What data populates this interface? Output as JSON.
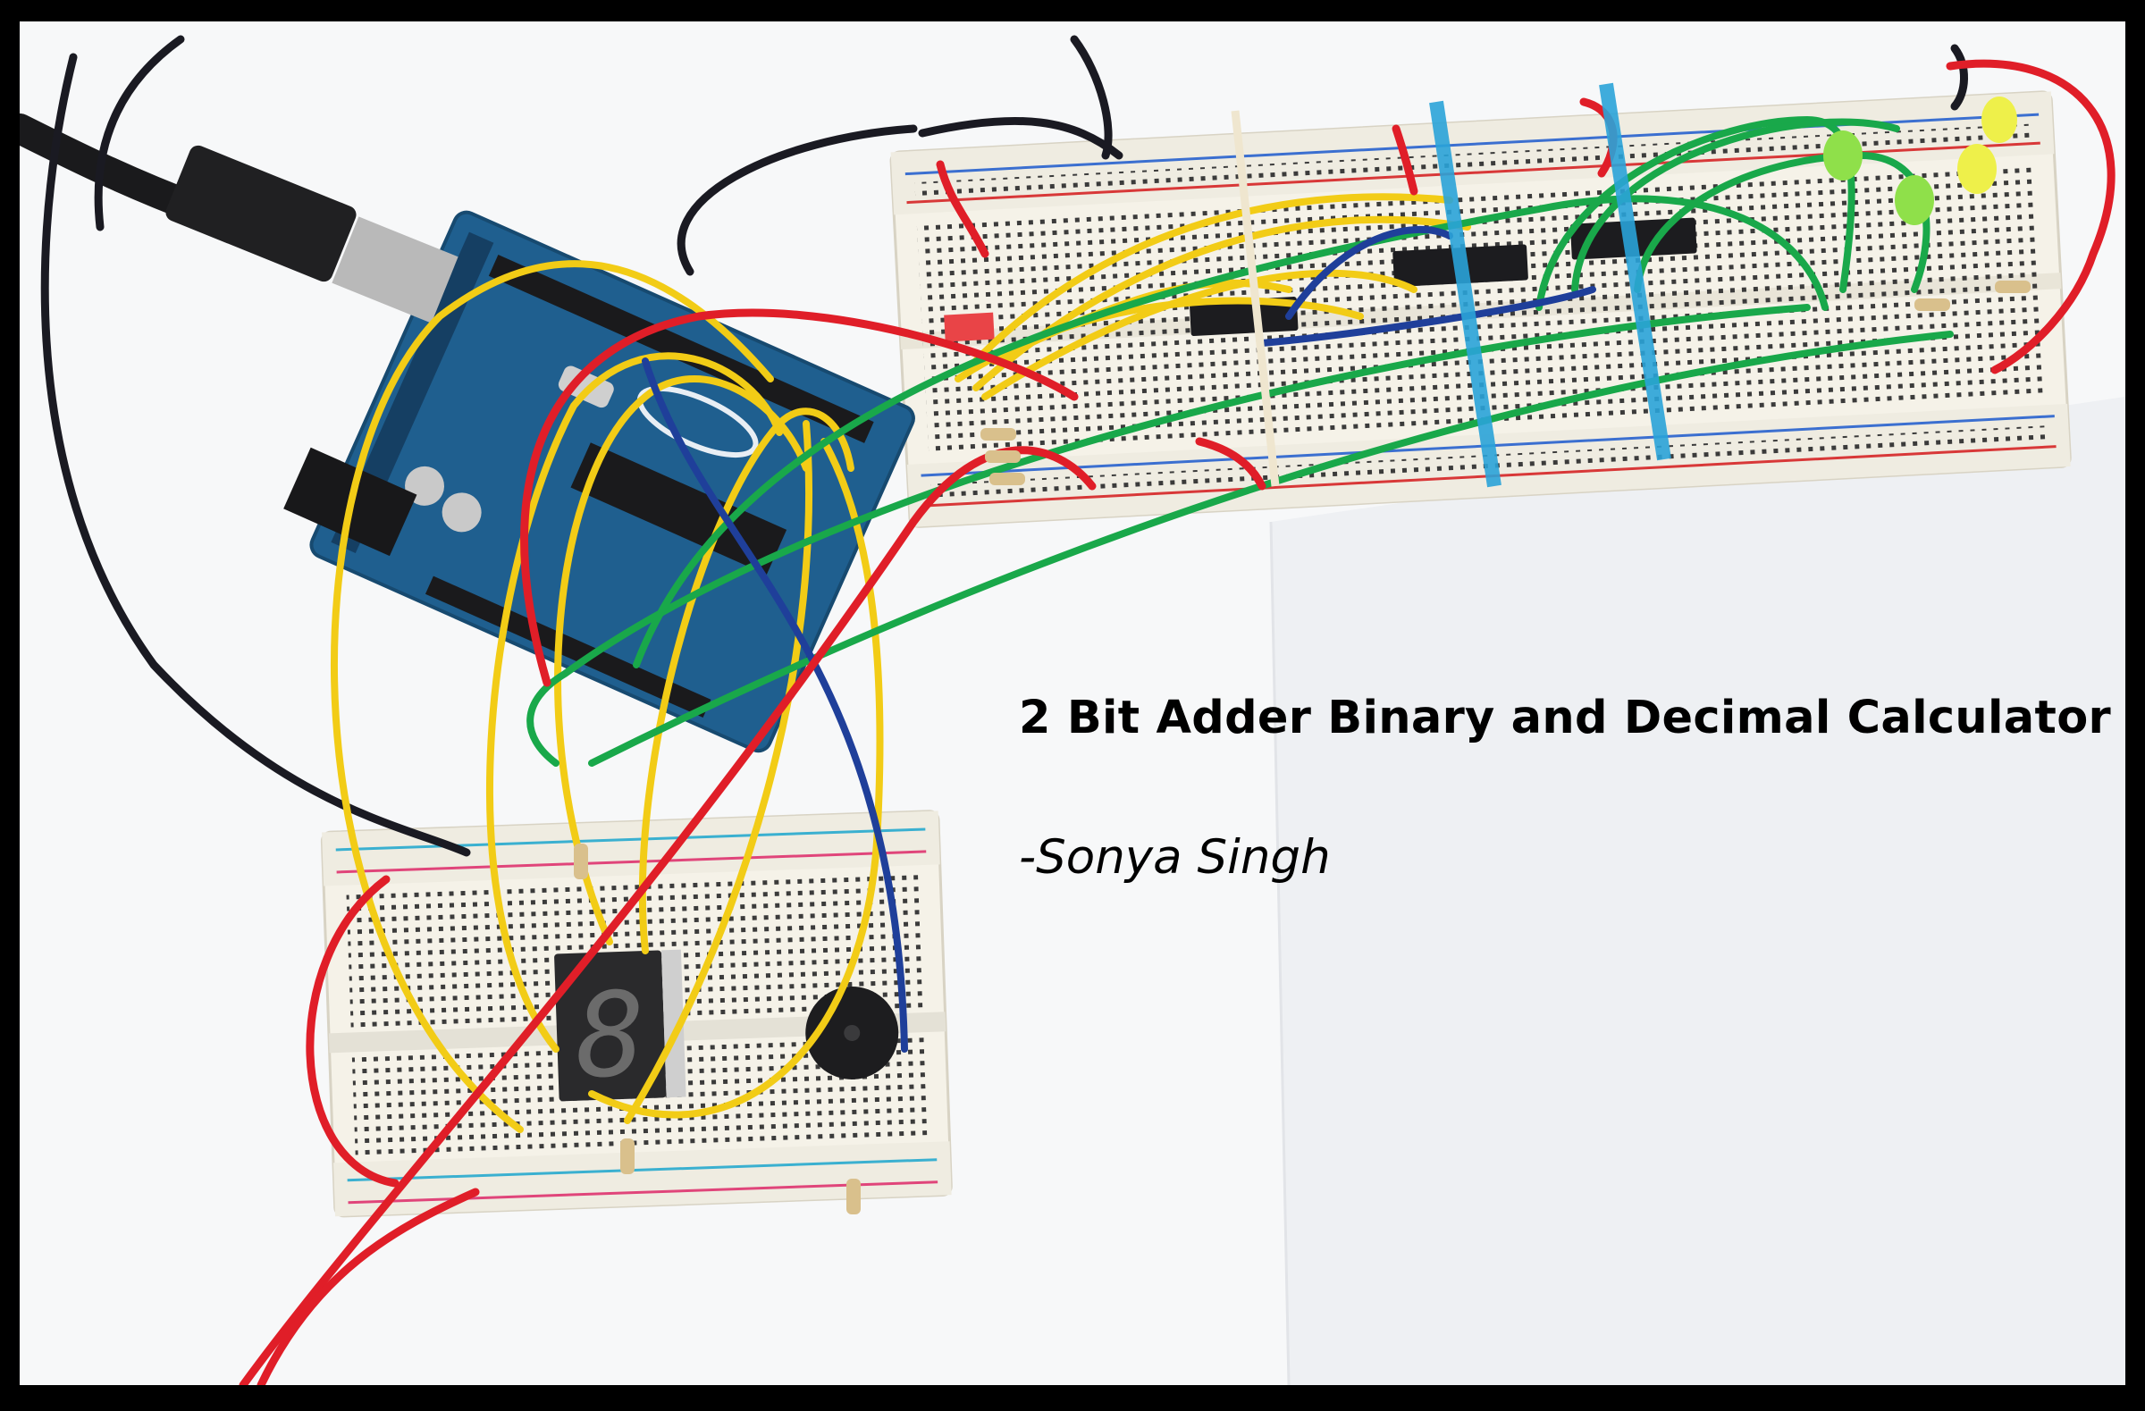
{
  "caption": {
    "title": "2 Bit Adder Binary and Decimal Calculator",
    "author": "-Sonya Singh"
  },
  "seven_segment_digit": "8",
  "colors": {
    "frame": "#000000",
    "paper": "#f4f5f7",
    "breadboard": "#f7f4ea",
    "arduino_board": "#1e5f8f",
    "wire_yellow": "#f2cc16",
    "wire_green": "#19a84a",
    "wire_red": "#e01e28",
    "wire_black": "#1a1a22",
    "wire_blue": "#1f3f9a",
    "rubber_band_blue": "#2aa3d8",
    "led_green": "#8fe04a",
    "led_yellow": "#eef04a"
  }
}
